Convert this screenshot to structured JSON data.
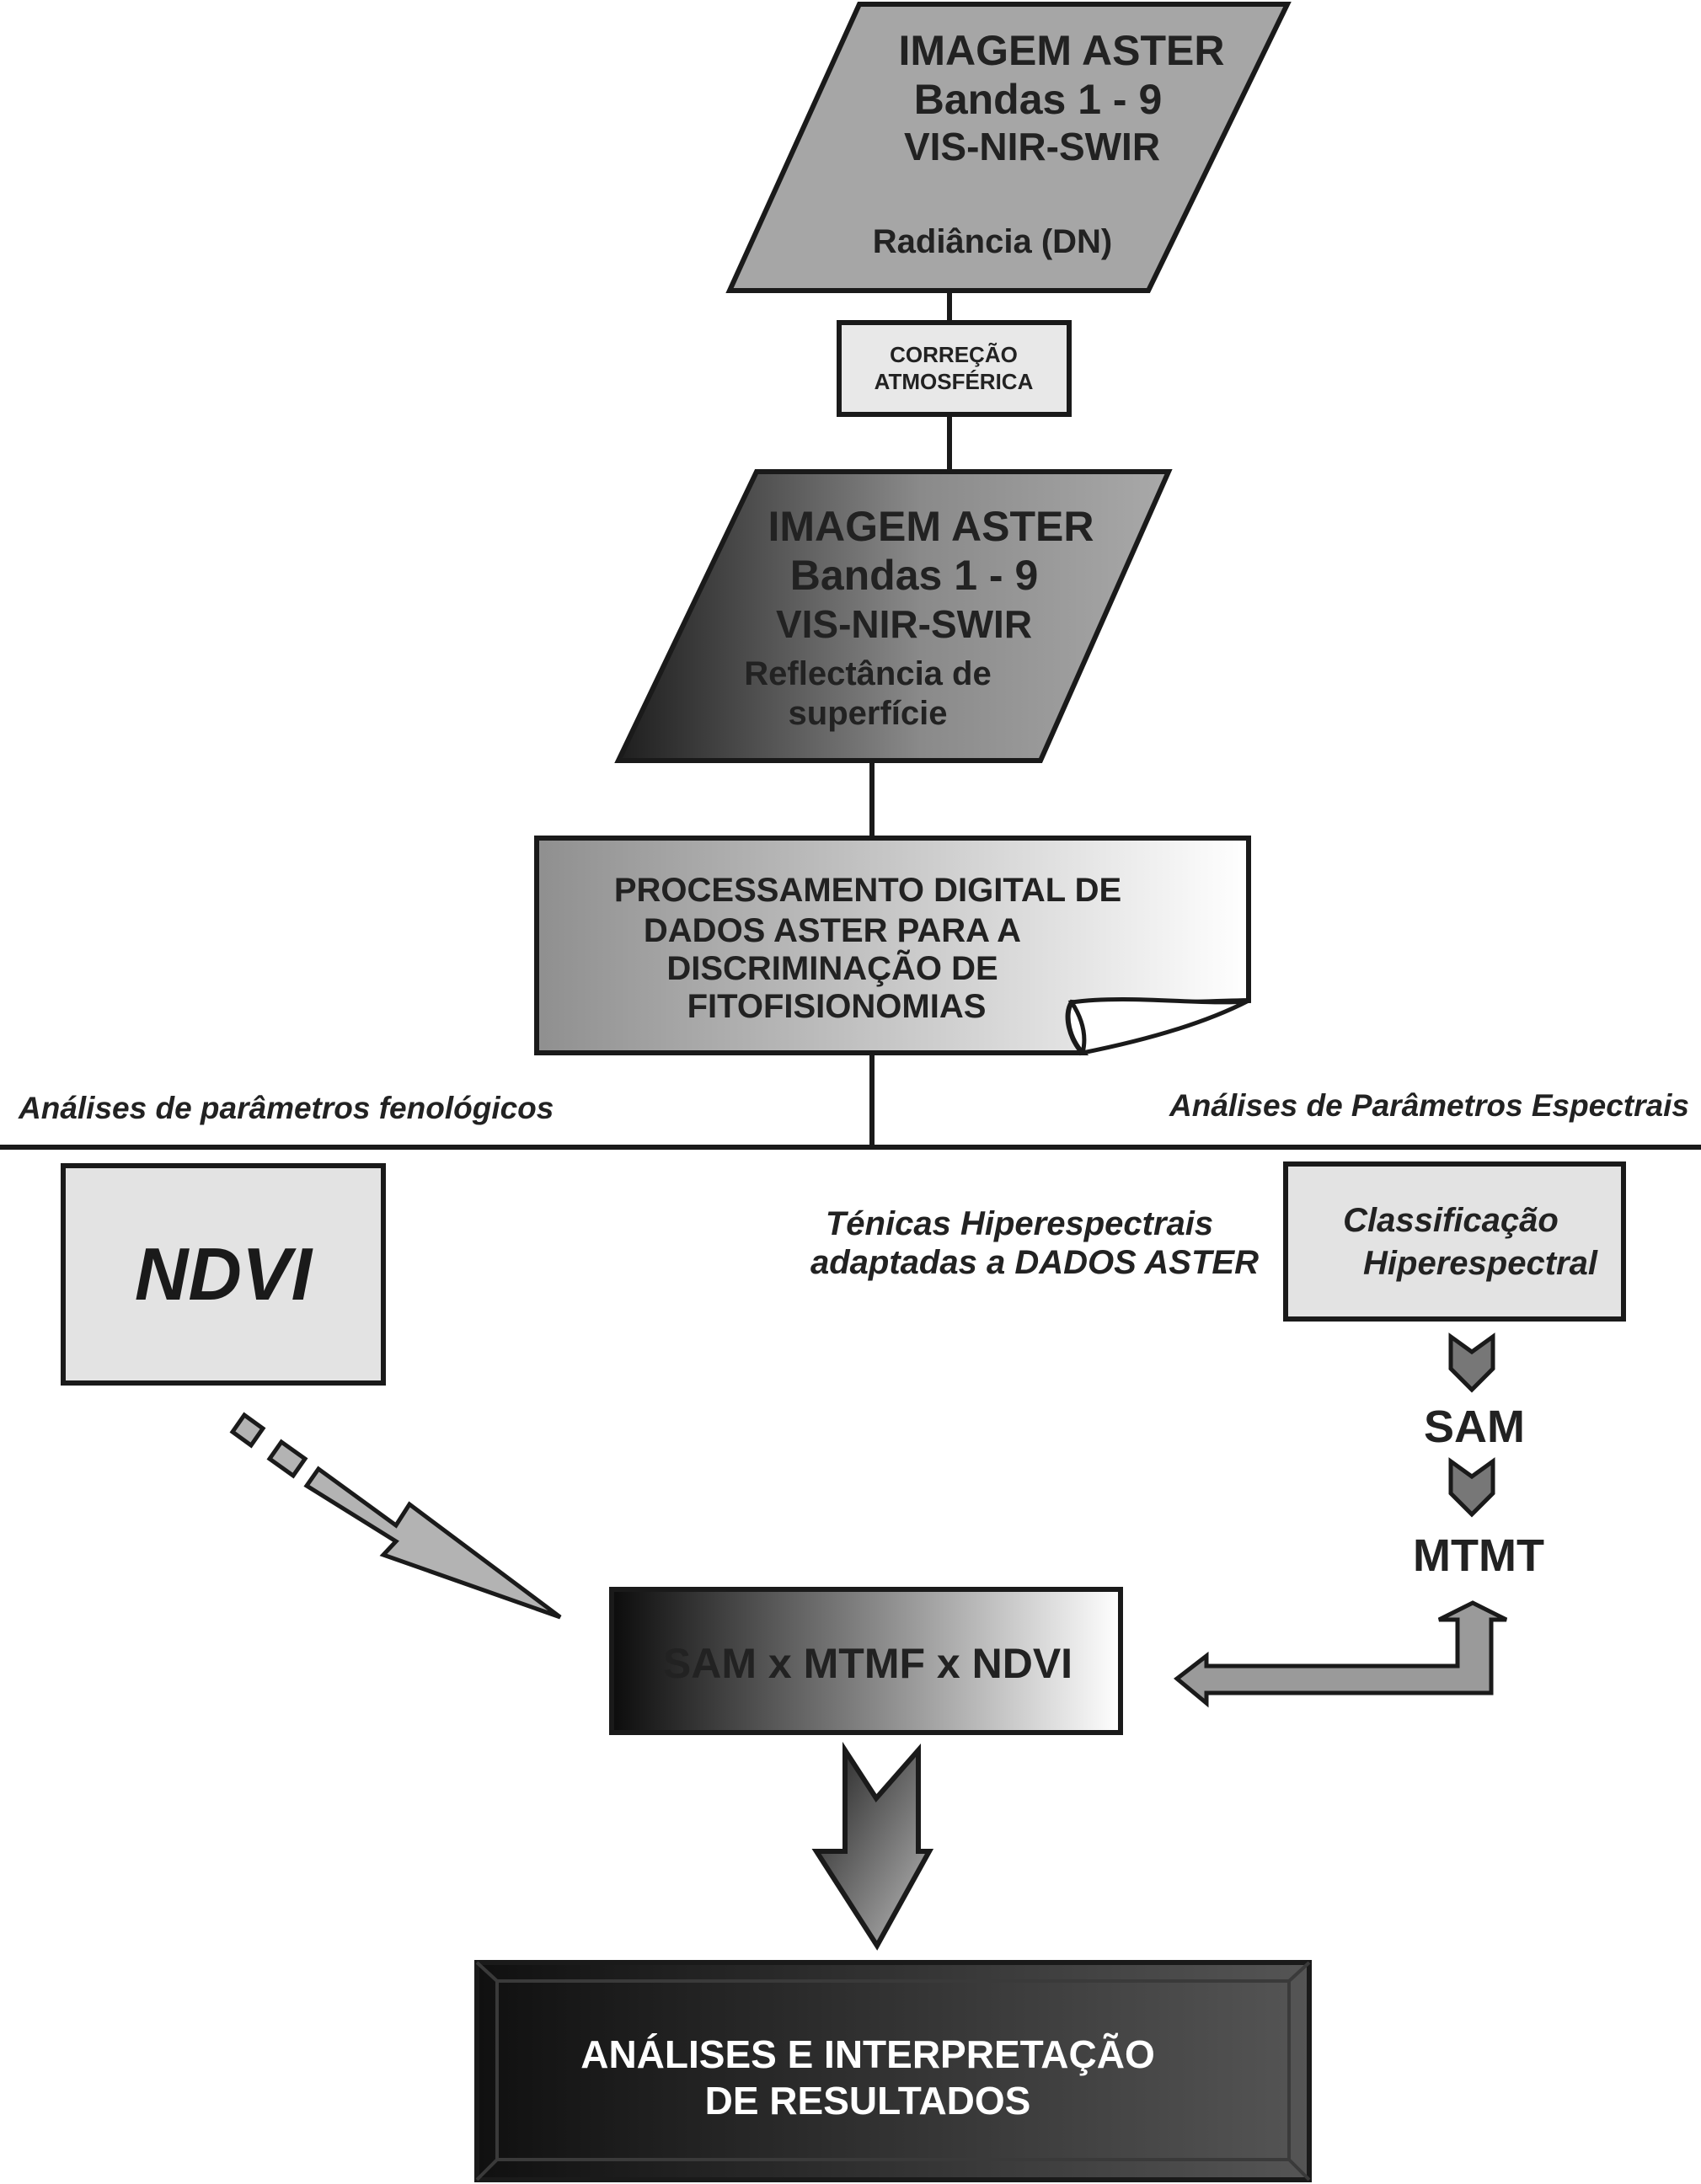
{
  "nodes": {
    "aster_raw": {
      "line1": "IMAGEM ASTER",
      "line2": "Bandas 1 - 9",
      "line3": "VIS-NIR-SWIR",
      "line4": "Radiância (DN)"
    },
    "atm_correction": {
      "line1": "CORREÇÃO",
      "line2": "ATMOSFÉRICA"
    },
    "aster_reflectance": {
      "line1": "IMAGEM ASTER",
      "line2": "Bandas 1 - 9",
      "line3": "VIS-NIR-SWIR",
      "line4": "Reflectância de",
      "line5": "superfície"
    },
    "processing": {
      "line1": "PROCESSAMENTO DIGITAL DE",
      "line2": "DADOS ASTER PARA A",
      "line3": "DISCRIMINAÇÃO DE",
      "line4": "FITOFISIONOMIAS"
    },
    "ndvi": {
      "label": "NDVI"
    },
    "hyperspectral_classification": {
      "line1": "Classificação",
      "line2": "Hiperespectral"
    },
    "sam": {
      "label": "SAM"
    },
    "mtmt": {
      "label": "MTMT"
    },
    "combined": {
      "label": "SAM x MTMF x NDVI"
    },
    "results": {
      "line1": "ANÁLISES E INTERPRETAÇÃO",
      "line2": "DE RESULTADOS"
    }
  },
  "section_labels": {
    "left": "Análises de parâmetros fenológicos",
    "right": "Análises de Parâmetros Espectrais",
    "hyper_note_line1": "Ténicas Hiperespectrais",
    "hyper_note_line2": "adaptadas a DADOS ASTER"
  }
}
